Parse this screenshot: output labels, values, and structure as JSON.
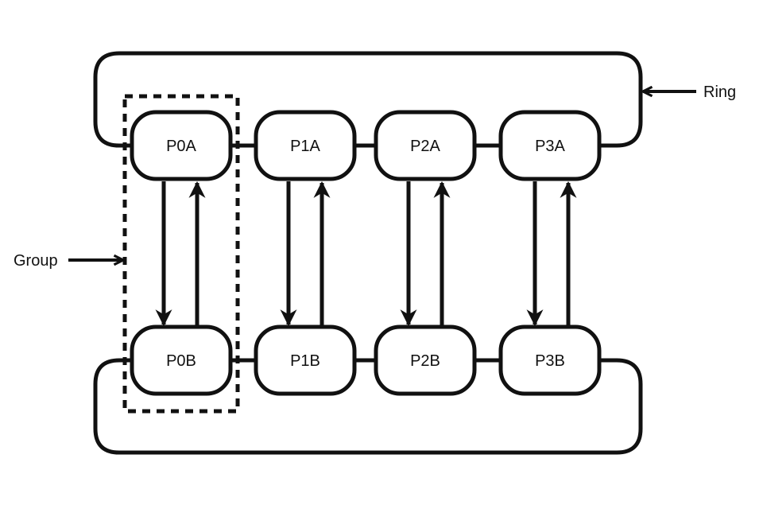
{
  "colors": {
    "stroke": "#111111",
    "background": "#ffffff"
  },
  "nodes": {
    "p0a": "P0A",
    "p1a": "P1A",
    "p2a": "P2A",
    "p3a": "P3A",
    "p0b": "P0B",
    "p1b": "P1B",
    "p2b": "P2B",
    "p3b": "P3B"
  },
  "labels": {
    "group": "Group",
    "ring": "Ring"
  }
}
